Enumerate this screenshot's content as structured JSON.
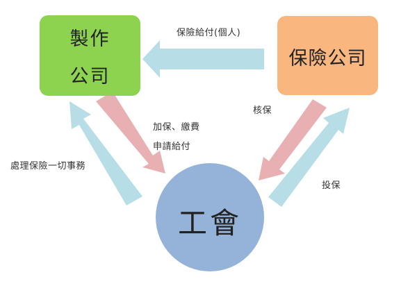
{
  "nodes": {
    "manufacturer": {
      "line1": "製作",
      "line2": "公司",
      "color": "#8ed350"
    },
    "insurer": {
      "label": "保險公司",
      "color": "#f9b67e"
    },
    "union": {
      "label": "工會",
      "color": "#95b3d8"
    }
  },
  "edges": {
    "payout": "保險給付(個人)",
    "enroll_line1": "加保、繳費",
    "enroll_line2": "申請給付",
    "handle_all": "處理保險一切事務",
    "approve": "核保",
    "apply": "投保"
  },
  "arrow_colors": {
    "blue": "#b7dde6",
    "pink": "#e8b0b2"
  }
}
